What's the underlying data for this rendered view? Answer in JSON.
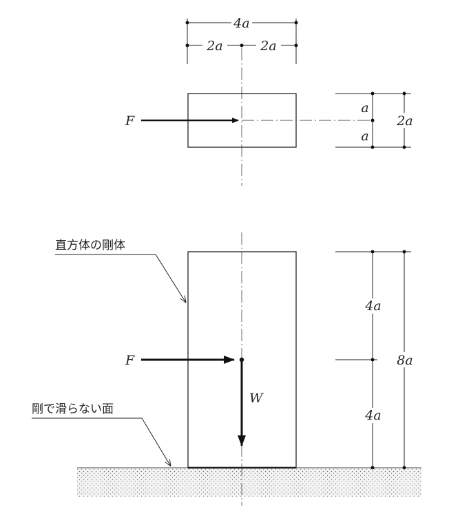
{
  "top_view": {
    "dims": {
      "total_width": "4a",
      "half_left": "2a",
      "half_right": "2a",
      "depth_upper": "a",
      "depth_lower": "a",
      "depth_total": "2a"
    },
    "force_label": "F"
  },
  "elevation": {
    "body_label": "直方体の剛体",
    "ground_label": "剛で滑らない面",
    "force_label": "F",
    "weight_label": "W",
    "dims": {
      "upper_height": "4a",
      "lower_height": "4a",
      "total_height": "8a"
    }
  }
}
